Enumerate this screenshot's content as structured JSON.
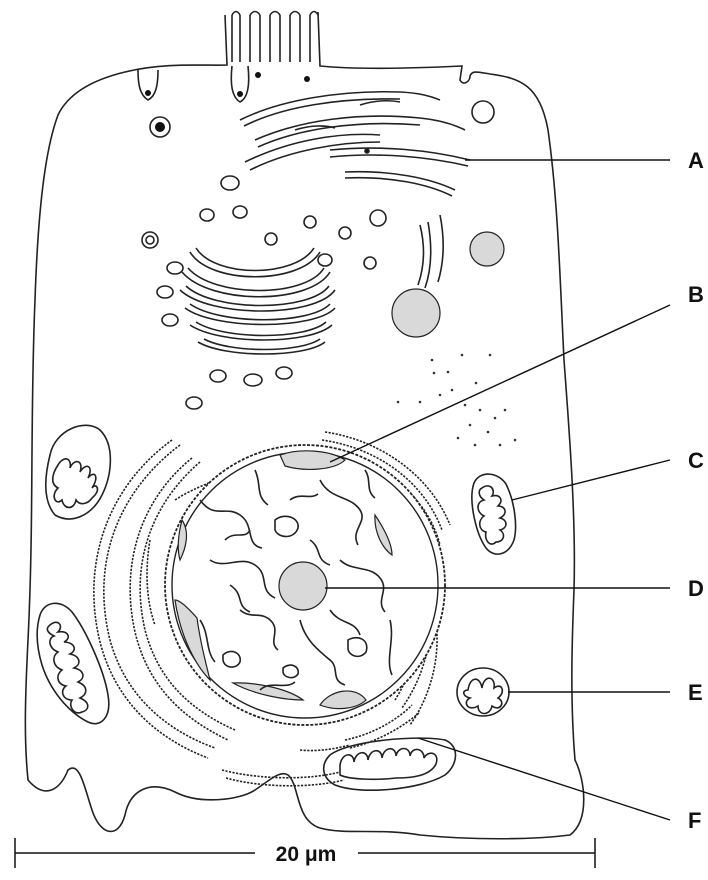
{
  "labels": {
    "a": "A",
    "b": "B",
    "c": "C",
    "d": "D",
    "e": "E",
    "f": "F"
  },
  "scale_bar": {
    "text": "20 μm"
  }
}
